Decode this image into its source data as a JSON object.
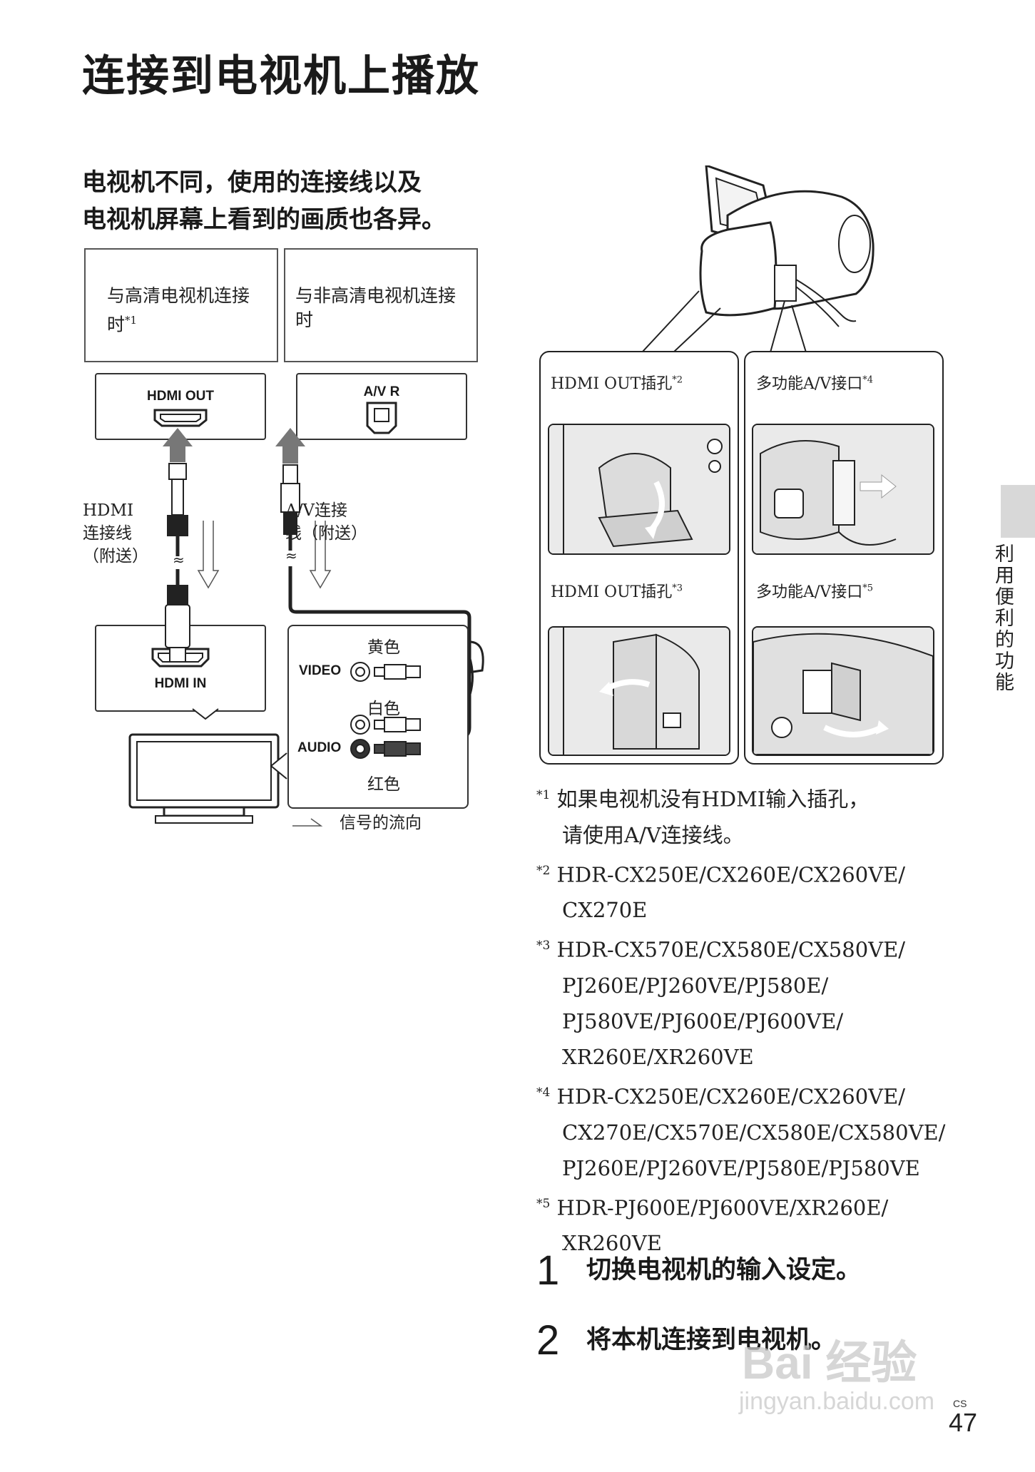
{
  "title": "连接到电视机上播放",
  "intro": [
    "电视机不同，使用的连接线以及",
    "电视机屏幕上看到的画质也各异。"
  ],
  "boxes": {
    "hd": {
      "line1": "与高清电视机连接",
      "line2": "时",
      "mark": "*1"
    },
    "sd": {
      "line1": "与非高清电视机连接",
      "line2": "时"
    }
  },
  "ports": {
    "hdmi_out": "HDMI OUT",
    "avr": "A/V R",
    "hdmi_in": "HDMI IN",
    "video": "VIDEO",
    "audio": "AUDIO"
  },
  "cables": {
    "hdmi": [
      "HDMI",
      "连接线",
      "（附送）"
    ],
    "av": [
      "A/V连接",
      "线（附送）"
    ]
  },
  "colors_text": {
    "yellow": "黄色",
    "white": "白色",
    "red": "红色"
  },
  "signal_flow": "信号的流向",
  "panels": {
    "p1": {
      "label": "HDMI OUT插孔",
      "mark": "*2"
    },
    "p2": {
      "label": "多功能A/V接口",
      "mark": "*4"
    },
    "p3": {
      "label": "HDMI OUT插孔",
      "mark": "*3"
    },
    "p4": {
      "label": "多功能A/V接口",
      "mark": "*5"
    }
  },
  "footnotes": [
    {
      "mark": "*1",
      "lines": [
        "如果电视机没有HDMI输入插孔，",
        "请使用A/V连接线。"
      ]
    },
    {
      "mark": "*2",
      "lines": [
        "HDR-CX250E/CX260E/CX260VE/",
        "CX270E"
      ]
    },
    {
      "mark": "*3",
      "lines": [
        "HDR-CX570E/CX580E/CX580VE/",
        "PJ260E/PJ260VE/PJ580E/",
        "PJ580VE/PJ600E/PJ600VE/",
        "XR260E/XR260VE"
      ]
    },
    {
      "mark": "*4",
      "lines": [
        "HDR-CX250E/CX260E/CX260VE/",
        "CX270E/CX570E/CX580E/CX580VE/",
        "PJ260E/PJ260VE/PJ580E/PJ580VE"
      ]
    },
    {
      "mark": "*5",
      "lines": [
        "HDR-PJ600E/PJ600VE/XR260E/",
        "XR260VE"
      ]
    }
  ],
  "steps": [
    {
      "num": "1",
      "text": "切换电视机的输入设定。"
    },
    {
      "num": "2",
      "text": "将本机连接到电视机。"
    }
  ],
  "side_tab": "利用便利的功能",
  "page": {
    "lang": "CS",
    "number": "47"
  },
  "watermark": {
    "line1": "Bai 经验",
    "line2": "jingyan.baidu.com"
  }
}
